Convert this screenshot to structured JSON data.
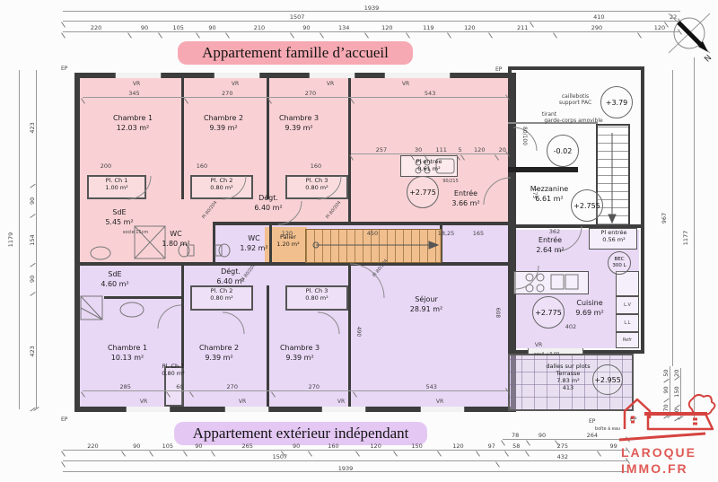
{
  "titles": {
    "top": "Appartement famille d’accueil",
    "bottom": "Appartement extérieur indépendant"
  },
  "compass": {
    "north": "N"
  },
  "logo": {
    "line1": "LAROQUE",
    "line2": "IMMO.FR"
  },
  "colors": {
    "family_tint": "#f5a9b1",
    "independent_tint": "#dcc3ee",
    "stairs_tint": "#f3b973",
    "logo_red": "#d5433f",
    "wall": "#3d3d3d"
  },
  "rooms": {
    "up_ch1": {
      "name": "Chambre 1",
      "area": "12.03 m²"
    },
    "up_ch2": {
      "name": "Chambre 2",
      "area": "9.39 m²"
    },
    "up_ch3": {
      "name": "Chambre 3",
      "area": "9.39 m²"
    },
    "up_plch1": {
      "name": "Pl. Ch 1",
      "area": "1.00 m²"
    },
    "up_plch2": {
      "name": "Pl. Ch 2",
      "area": "0.80 m²"
    },
    "up_plch3": {
      "name": "Pl. Ch 3",
      "area": "0.80 m²"
    },
    "up_degt": {
      "name": "Dégt.",
      "area": "6.40 m²"
    },
    "up_sde": {
      "name": "SdE",
      "area": "5.45 m²"
    },
    "up_wc": {
      "name": "WC",
      "area": "1.80 m²"
    },
    "up_pl_entree": {
      "name": "Pl entrée",
      "area": "0.61 m²"
    },
    "up_entree": {
      "name": "Entrée",
      "area": "3.66 m²",
      "level": "+2.775"
    },
    "mid_wc": {
      "name": "WC",
      "area": "1.92 m²"
    },
    "palier": {
      "name": "Palier",
      "area": "1.20 m²"
    },
    "low_sde": {
      "name": "SdE",
      "area": "4.60 m²"
    },
    "low_degt": {
      "name": "Dégt.",
      "area": "6.40 m²"
    },
    "low_plch2": {
      "name": "Pl. Ch 2",
      "area": "0.80 m²"
    },
    "low_plch3": {
      "name": "Pl. Ch 3",
      "area": "0.80 m²"
    },
    "low_ch1": {
      "name": "Chambre 1",
      "area": "10.13 m²"
    },
    "low_plch1": {
      "name": "Pl. Ch 1",
      "area": "0.80 m²"
    },
    "low_ch2": {
      "name": "Chambre 2",
      "area": "9.39 m²"
    },
    "low_ch3": {
      "name": "Chambre 3",
      "area": "9.39 m²"
    },
    "sejour": {
      "name": "Séjour",
      "area": "28.91 m²"
    },
    "mezzanine": {
      "name": "Mezzanine",
      "area": "6.61 m²",
      "level": "+2.755"
    },
    "annex_entree": {
      "name": "Entrée",
      "area": "2.64 m²"
    },
    "annex_pl_entree": {
      "name": "Pl entrée",
      "area": "0.56 m²"
    },
    "cuisine": {
      "name": "Cuisine",
      "area": "9.69 m²",
      "level": "+2.775"
    },
    "terrasse": {
      "name": "Terrasse",
      "area": "7.83 m²",
      "level": "+2.955",
      "width": "413"
    }
  },
  "levels": {
    "pac": "+3.79",
    "landing": "-0.02"
  },
  "labels": {
    "vr": "VR",
    "ep": "EP",
    "door": "Pl 80/204",
    "door_entry": "90/215",
    "door_annex": "80/100",
    "socle": "socle 15cm",
    "caillebotis_1": "caillebotis",
    "caillebotis_2": "support PAC",
    "tirant": "tirant",
    "garde_corps": "garde-corps amovible",
    "seuil": "seuil +3.00",
    "dalles": "dalles sur plots",
    "boite_eau": "boîte à eau",
    "bec_1": "BEC",
    "bec_2": "300 L",
    "lv": "L.V",
    "ll": "L.L",
    "refr": "Refr"
  },
  "dims": {
    "top_total": "1939",
    "top_mid": [
      "1507",
      "410",
      "22"
    ],
    "top_seg": [
      "220",
      "90",
      "105",
      "90",
      "210",
      "90",
      "134",
      "120",
      "119",
      "120",
      "211",
      "290",
      "120"
    ],
    "bottom_seg": [
      "220",
      "90",
      "105",
      "90",
      "265",
      "90",
      "160",
      "120",
      "150",
      "120",
      "97",
      "58",
      "275",
      "99"
    ],
    "bottom_right_upper": [
      "78",
      "90",
      "264"
    ],
    "bottom_mid": [
      "1507",
      "432"
    ],
    "bottom_total": "1939",
    "left_total": "1179",
    "left_seg": [
      "423",
      "90",
      "154",
      "90",
      "423"
    ],
    "right_inner_total": "967",
    "right_outer_total": "1177",
    "right_small_a": [
      "50",
      "90",
      "70"
    ],
    "right_small_b": [
      "20",
      "150",
      "40"
    ],
    "chambres_top": [
      "345",
      "270",
      "270",
      "543"
    ],
    "entree_top": [
      "257",
      "30",
      "111",
      "5",
      "120",
      "20"
    ],
    "chambres_bottom": [
      "285",
      "60",
      "270",
      "270",
      "543"
    ],
    "closets_top": [
      "200",
      "160",
      "160"
    ],
    "stairs_row": [
      "120",
      "450",
      "18,25",
      "165"
    ],
    "sejour_h": "608",
    "sejour_h2": "490",
    "mezz_h": "175",
    "annex_w": "362",
    "cuisine_w": "402"
  }
}
